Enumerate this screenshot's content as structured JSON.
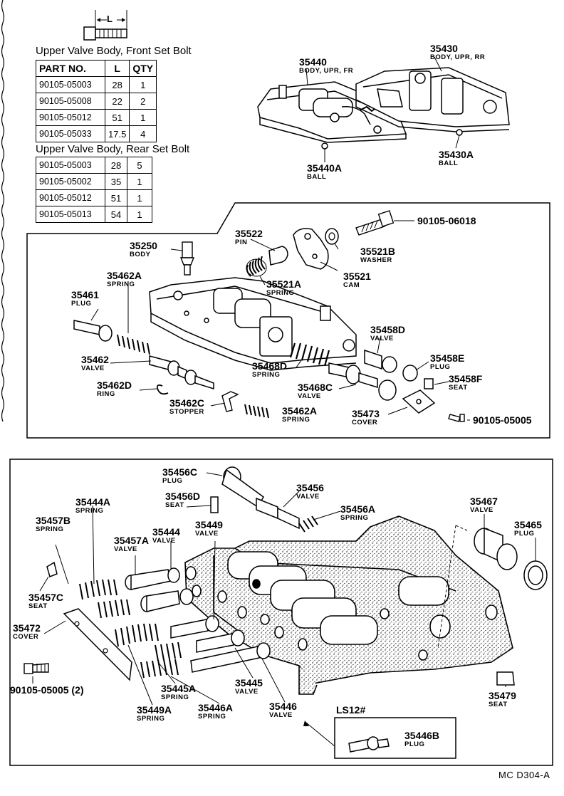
{
  "bolt_icon_label": "L",
  "tables": {
    "front": {
      "title": "Upper Valve Body, Front Set Bolt",
      "headers": [
        "PART NO.",
        "L",
        "QTY"
      ],
      "rows": [
        [
          "90105-05003",
          "28",
          "1"
        ],
        [
          "90105-05008",
          "22",
          "2"
        ],
        [
          "90105-05012",
          "51",
          "1"
        ],
        [
          "90105-05033",
          "17.5",
          "4"
        ]
      ]
    },
    "rear": {
      "title": "Upper Valve Body, Rear Set Bolt",
      "rows": [
        [
          "90105-05003",
          "28",
          "5"
        ],
        [
          "90105-05002",
          "35",
          "1"
        ],
        [
          "90105-05012",
          "51",
          "1"
        ],
        [
          "90105-05013",
          "54",
          "1"
        ]
      ]
    }
  },
  "top_parts": {
    "p35440": {
      "num": "35440",
      "desc": "BODY, UPR, FR"
    },
    "p35430": {
      "num": "35430",
      "desc": "BODY, UPR, RR"
    },
    "p35440A": {
      "num": "35440A",
      "desc": "BALL"
    },
    "p35430A": {
      "num": "35430A",
      "desc": "BALL"
    }
  },
  "mid_parts": {
    "p90105_06018": {
      "num": "90105-06018"
    },
    "p35522": {
      "num": "35522",
      "desc": "PIN"
    },
    "p35521B": {
      "num": "35521B",
      "desc": "WASHER"
    },
    "p35250": {
      "num": "35250",
      "desc": "BODY"
    },
    "p35521": {
      "num": "35521",
      "desc": "CAM"
    },
    "p35462A_top": {
      "num": "35462A",
      "desc": "SPRING"
    },
    "p35521A": {
      "num": "35521A",
      "desc": "SPRING"
    },
    "p35461": {
      "num": "35461",
      "desc": "PLUG"
    },
    "p35458D": {
      "num": "35458D",
      "desc": "VALVE"
    },
    "p35462": {
      "num": "35462",
      "desc": "VALVE"
    },
    "p35458E": {
      "num": "35458E",
      "desc": "PLUG"
    },
    "p35468D": {
      "num": "35468D",
      "desc": "SPRING"
    },
    "p35458F": {
      "num": "35458F",
      "desc": "SEAT"
    },
    "p35462D": {
      "num": "35462D",
      "desc": "RING"
    },
    "p35468C": {
      "num": "35468C",
      "desc": "VALVE"
    },
    "p35462C": {
      "num": "35462C",
      "desc": "STOPPER"
    },
    "p35462A_bot": {
      "num": "35462A",
      "desc": "SPRING"
    },
    "p35473": {
      "num": "35473",
      "desc": "COVER"
    },
    "p90105_05005": {
      "num": "90105-05005"
    }
  },
  "low_parts": {
    "p35456C": {
      "num": "35456C",
      "desc": "PLUG"
    },
    "p35456": {
      "num": "35456",
      "desc": "VALVE"
    },
    "p35456D": {
      "num": "35456D",
      "desc": "SEAT"
    },
    "p35444A": {
      "num": "35444A",
      "desc": "SPRING"
    },
    "p35456A": {
      "num": "35456A",
      "desc": "SPRING"
    },
    "p35467": {
      "num": "35467",
      "desc": "VALVE"
    },
    "p35457B": {
      "num": "35457B",
      "desc": "SPRING"
    },
    "p35449": {
      "num": "35449",
      "desc": "VALVE"
    },
    "p35444": {
      "num": "35444",
      "desc": "VALVE"
    },
    "p35465": {
      "num": "35465",
      "desc": "PLUG"
    },
    "p35457A": {
      "num": "35457A",
      "desc": "VALVE"
    },
    "p35457C": {
      "num": "35457C",
      "desc": "SEAT"
    },
    "p35472": {
      "num": "35472",
      "desc": "COVER"
    },
    "p90105_05005_2": {
      "num": "90105-05005 (2)"
    },
    "p35445": {
      "num": "35445",
      "desc": "VALVE"
    },
    "p35445A": {
      "num": "35445A",
      "desc": "SPRING"
    },
    "p35479": {
      "num": "35479",
      "desc": "SEAT"
    },
    "p35449A": {
      "num": "35449A",
      "desc": "SPRING"
    },
    "p35446A": {
      "num": "35446A",
      "desc": "SPRING"
    },
    "p35446": {
      "num": "35446",
      "desc": "VALVE"
    },
    "ls12": {
      "num": "LS12#"
    },
    "p35446B": {
      "num": "35446B",
      "desc": "PLUG"
    }
  },
  "footer": "MC  D304-A"
}
